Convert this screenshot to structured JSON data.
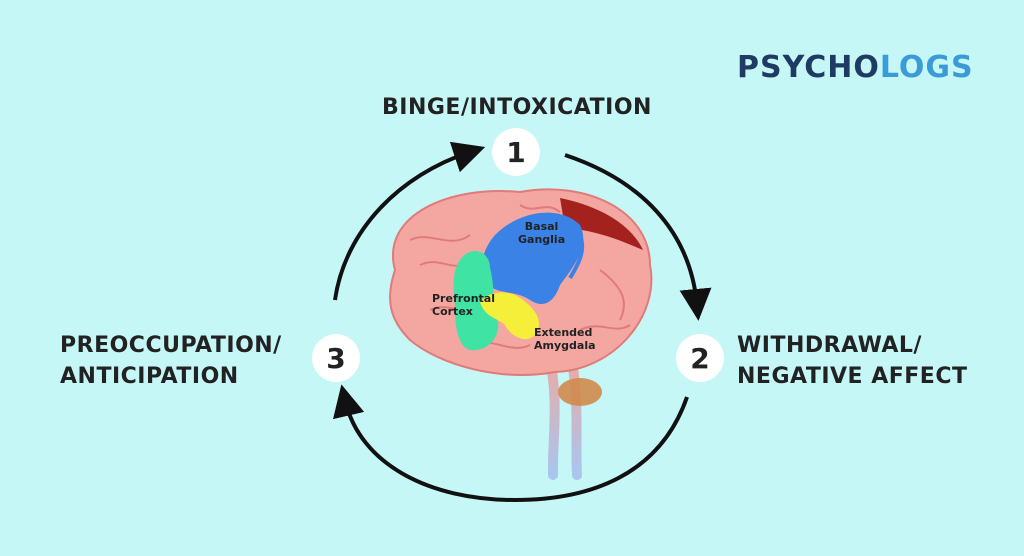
{
  "brand": {
    "part1": "PSYCHO",
    "part2": "LOGS"
  },
  "stages": [
    {
      "number": "1",
      "label": "BINGE/INTOXICATION"
    },
    {
      "number": "2",
      "label_line1": "WITHDRAWAL/",
      "label_line2": "NEGATIVE AFFECT"
    },
    {
      "number": "3",
      "label_line1": "PREOCCUPATION/",
      "label_line2": "ANTICIPATION"
    }
  ],
  "brain_regions": {
    "basal_ganglia_line1": "Basal",
    "basal_ganglia_line2": "Ganglia",
    "prefrontal_line1": "Prefrontal",
    "prefrontal_line2": "Cortex",
    "amygdala_line1": "Extended",
    "amygdala_line2": "Amygdala"
  },
  "colors": {
    "background": "#c6f7f7",
    "brain": "#f4a6a0",
    "basal_ganglia": "#3b82e6",
    "prefrontal_cortex": "#3fe3a3",
    "extended_amygdala": "#f5ef3a",
    "logo_dark": "#1f3b63",
    "logo_light": "#3a9bd8"
  }
}
